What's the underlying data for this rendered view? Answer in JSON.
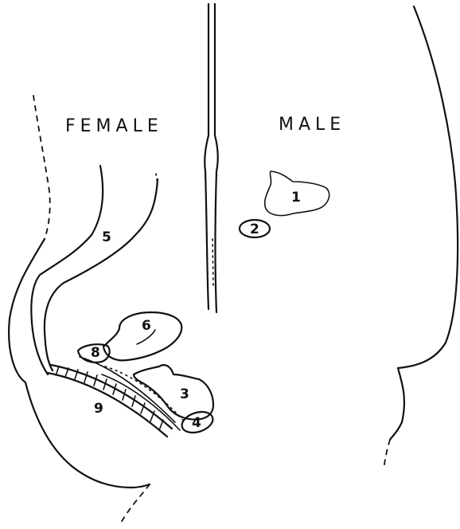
{
  "diagram": {
    "section_labels": {
      "female": "FEMALE",
      "male": "MALE"
    },
    "parts": [
      {
        "id": "1",
        "label": "1"
      },
      {
        "id": "2",
        "label": "2"
      },
      {
        "id": "3",
        "label": "3"
      },
      {
        "id": "4",
        "label": "4"
      },
      {
        "id": "5",
        "label": "5"
      },
      {
        "id": "6",
        "label": "6"
      },
      {
        "id": "8",
        "label": "8"
      },
      {
        "id": "9",
        "label": "9"
      }
    ],
    "ink_color": "#111111",
    "background_color": "#ffffff"
  }
}
